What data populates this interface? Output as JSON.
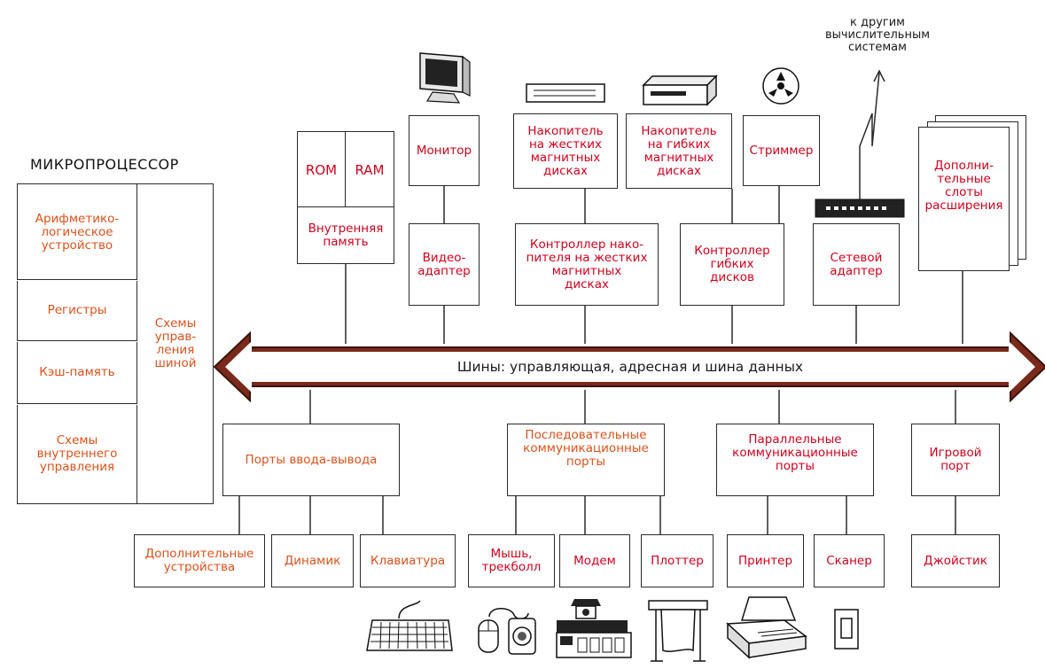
{
  "title": "МИКРОПРОЦЕССОР",
  "bus_label": "Шины: управляющая, адресная и шина данных",
  "external_link_label": "к другим\nвычислительным\nсистемам",
  "microprocessor": {
    "alu": "Арифметико-\nлогическое\nустройство",
    "registers": "Регистры",
    "cache": "Кэш-память",
    "internal_control": "Схемы\nвнутреннего\nуправления",
    "bus_control": "Схемы\nуправ-\nления\nшиной"
  },
  "memory": {
    "rom": "ROM",
    "ram": "RAM",
    "internal_memory": "Внутренняя\nпамять"
  },
  "top_devices": {
    "monitor": "Монитор",
    "hdd": "Накопитель\nна жестких\nмагнитных\nдисках",
    "fdd": "Накопитель\nна гибких\nмагнитных\nдисках",
    "streamer": "Стриммер",
    "expansion_slots": "Дополни-\nтельные\nслоты\nрасширения"
  },
  "adapters": {
    "video": "Видео-\nадаптер",
    "hdd_controller": "Контроллер нако-\nпителя на жестких\nмагнитных\nдисках",
    "fdd_controller": "Контроллер\nгибких\nдисков",
    "network": "Сетевой\nадаптер"
  },
  "ports": {
    "io": "Порты ввода-вывода",
    "serial": "Последовательные\nкоммуникационные\nпорты",
    "parallel": "Параллельные\nкоммуникационные\nпорты",
    "game": "Игровой\nпорт"
  },
  "peripherals": {
    "additional": "Дополнительные\nустройства",
    "speaker": "Динамик",
    "keyboard": "Клавиатура",
    "mouse": "Мышь,\nтрекболл",
    "modem": "Модем",
    "plotter": "Плоттер",
    "printer": "Принтер",
    "scanner": "Сканер",
    "joystick": "Джойстик"
  },
  "colors": {
    "orange_text": "#e0501a",
    "red_text": "#d3001c",
    "bus_fill": "#7a2a1a"
  },
  "icons": [
    "monitor-icon",
    "hdd-icon",
    "floppy-drive-icon",
    "tape-reel-icon",
    "network-hub-icon",
    "keyboard-icon",
    "mouse-icon",
    "telephone-modem-icon",
    "plotter-icon",
    "printer-icon",
    "joystick-icon"
  ]
}
